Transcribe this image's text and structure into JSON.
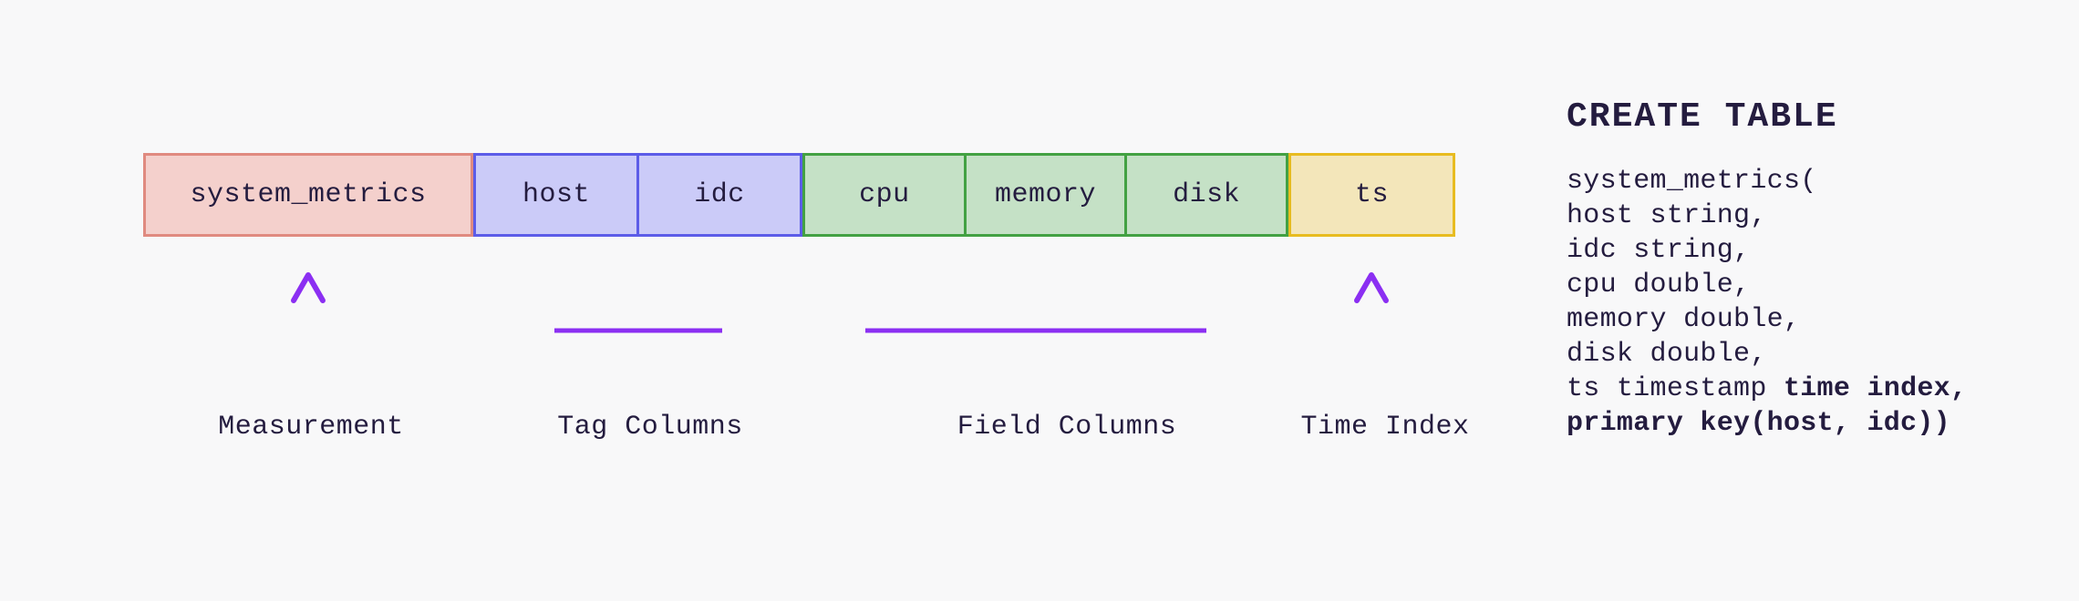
{
  "background_color": "#f8f8f9",
  "ink_color": "#241c3f",
  "accent_color": "#8b2ff2",
  "accent_fade_color": "#dcc8fb",
  "table_strip": {
    "groups": [
      {
        "name": "measurement",
        "fill": "#f4d0cc",
        "border": "#e08a80",
        "cells": [
          "system_metrics"
        ]
      },
      {
        "name": "tag-columns",
        "fill": "#cbcbf8",
        "border": "#5c5ce8",
        "cells": [
          "host",
          "idc"
        ]
      },
      {
        "name": "field-columns",
        "fill": "#c5e1c6",
        "border": "#43a143",
        "cells": [
          "cpu",
          "memory",
          "disk"
        ]
      },
      {
        "name": "time-index",
        "fill": "#f3e6ba",
        "border": "#e8bc20",
        "cells": [
          "ts"
        ]
      }
    ]
  },
  "annotations": {
    "measurement_label": "Measurement",
    "tag_label": "Tag Columns",
    "field_label": "Field Columns",
    "time_label": "Time Index"
  },
  "code": {
    "title": "CREATE TABLE",
    "lines": [
      [
        {
          "text": "system_metrics(",
          "bold": false
        }
      ],
      [
        {
          "text": "host string,",
          "bold": false
        }
      ],
      [
        {
          "text": "idc string,",
          "bold": false
        }
      ],
      [
        {
          "text": "cpu double,",
          "bold": false
        }
      ],
      [
        {
          "text": "memory double,",
          "bold": false
        }
      ],
      [
        {
          "text": "disk double,",
          "bold": false
        }
      ],
      [
        {
          "text": "ts timestamp ",
          "bold": false
        },
        {
          "text": "time index,",
          "bold": true
        }
      ],
      [
        {
          "text": "primary key(host, idc))",
          "bold": true
        }
      ]
    ]
  }
}
